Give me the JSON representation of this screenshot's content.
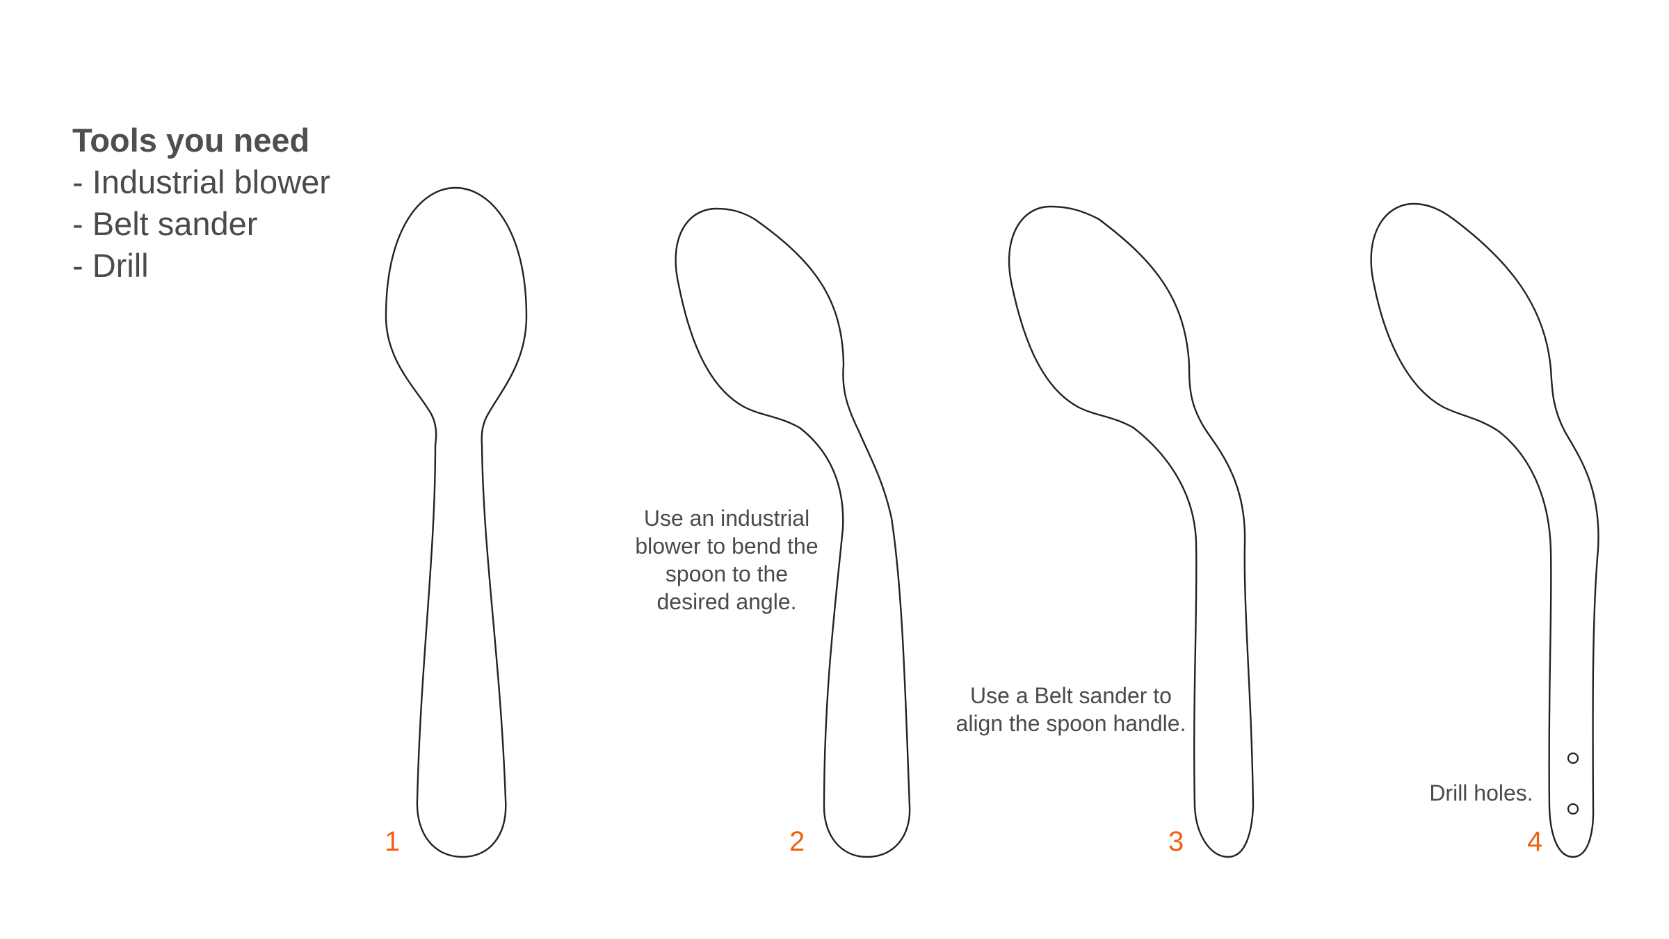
{
  "tools": {
    "title": "Tools you need",
    "items": [
      "- Industrial blower",
      "- Belt sander",
      "- Drill"
    ]
  },
  "steps": [
    {
      "number": "1",
      "caption": ""
    },
    {
      "number": "2",
      "caption_lines": [
        "Use an industrial",
        "blower to bend the",
        "spoon to the",
        "desired angle."
      ]
    },
    {
      "number": "3",
      "caption_lines": [
        "Use a Belt sander to",
        "align the spoon handle."
      ]
    },
    {
      "number": "4",
      "caption_lines": [
        "Drill holes."
      ]
    }
  ],
  "colors": {
    "step_number": "#f06010",
    "text": "#4a4a4a",
    "outline": "#222222"
  }
}
